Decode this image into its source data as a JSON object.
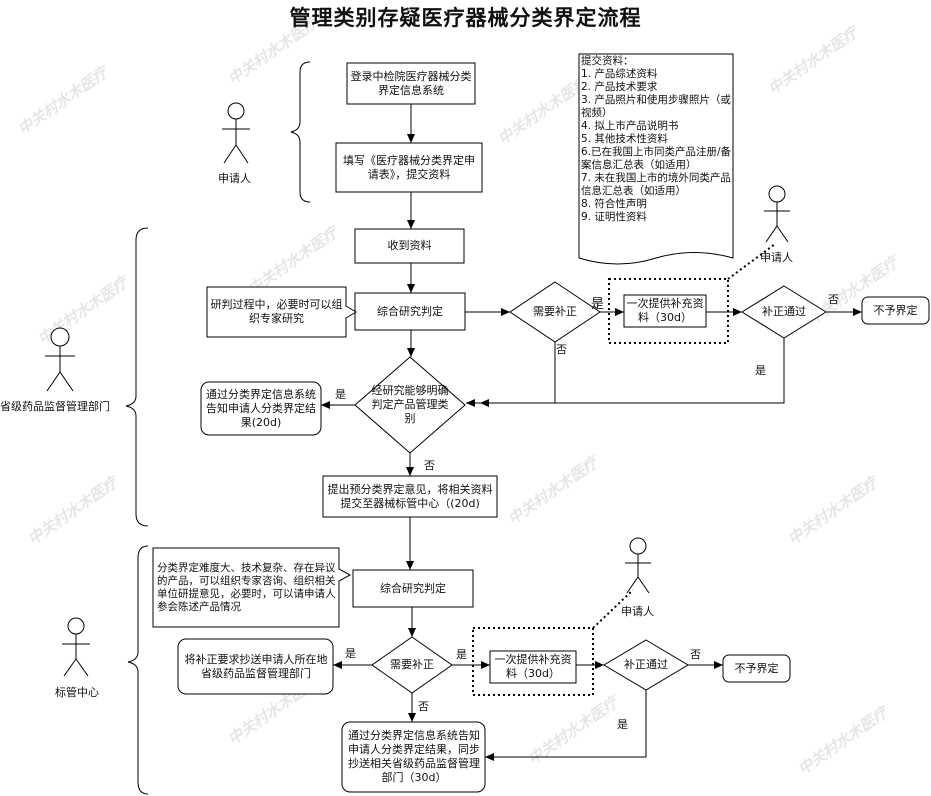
{
  "title": "管理类别存疑医疗器械分类界定流程",
  "watermark": "中关村水木医疗",
  "actors": {
    "applicant": "申请人",
    "provincial": "省级药品监督管理部门",
    "center": "标管中心"
  },
  "nodes": {
    "login": "登录中检院医疗器械分类界定信息系统",
    "fill_form": "填写《医疗器械分类界定申请表》，提交资料",
    "receive": "收到资料",
    "research1": "综合研究判定",
    "note_expert": "研判过程中，必要时可以组织专家研究",
    "need_supp1": "需要补正",
    "supp_once1": "一次提供补充资料（30d）",
    "supp_pass1": "补正通过",
    "reject1": "不予界定",
    "can_determine": "经研究能够明确判定产品管理类别",
    "notify_result1": "通过分类界定信息系统告知申请人分类界定结果(20d)",
    "forward_center": "提出预分类界定意见，将相关资料提交至器械标管中心（(20d)",
    "research2": "综合研究判定",
    "note_difficult": "分类界定难度大、技术复杂、存在异议的产品，可以组织专家咨询、组织相关单位研提意见，必要时，可以请申请人参会陈述产品情况",
    "need_supp2": "需要补正",
    "cc_provincial": "将补正要求抄送申请人所在地省级药品监督管理部门",
    "supp_once2": "一次提供补充资料（30d）",
    "supp_pass2": "补正通过",
    "reject2": "不予界定",
    "final_notify": "通过分类界定信息系统告知申请人分类界定结果，同步抄送相关省级药品监督管理部门（30d）"
  },
  "documents_note": {
    "heading": "提交资料：",
    "items": [
      "1. 产品综述资料",
      "2. 产品技术要求",
      "3. 产品照片和使用步骤照片（或视频）",
      "4. 拟上市产品说明书",
      "5. 其他技术性资料",
      "6.已在我国上市同类产品注册/备案信息汇总表（如适用）",
      "7. 未在我国上市的境外同类产品信息汇总表（如适用）",
      "8. 符合性声明",
      "9. 证明性资料"
    ]
  },
  "edge_labels": {
    "yes": "是",
    "no": "否"
  }
}
